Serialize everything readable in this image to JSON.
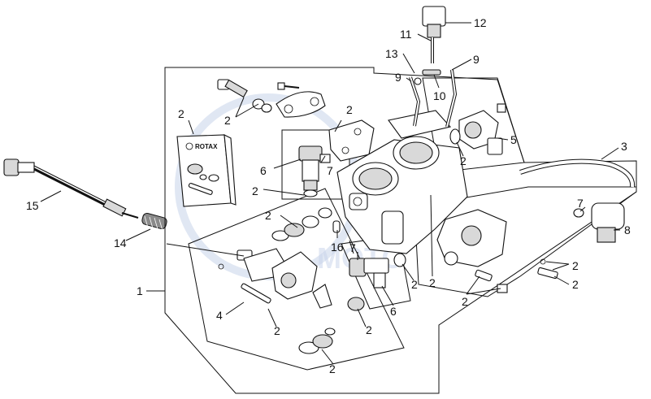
{
  "diagram": {
    "brand_text": "ROTAX",
    "labels": {
      "n1": "1",
      "n2a": "2",
      "n2b": "2",
      "n2c": "2",
      "n2d": "2",
      "n2e": "2",
      "n2f": "2",
      "n2g": "2",
      "n2h": "2",
      "n2i": "2",
      "n2j": "2",
      "n2k": "2",
      "n2l": "2",
      "n2m": "2",
      "n3": "3",
      "n4": "4",
      "n5": "5",
      "n6a": "6",
      "n6b": "6",
      "n7a": "7",
      "n7b": "7",
      "n7c": "7",
      "n8": "8",
      "n9a": "9",
      "n9b": "9",
      "n10": "10",
      "n11": "11",
      "n12": "12",
      "n13": "13",
      "n14": "14",
      "n15": "15",
      "n16": "16"
    }
  }
}
